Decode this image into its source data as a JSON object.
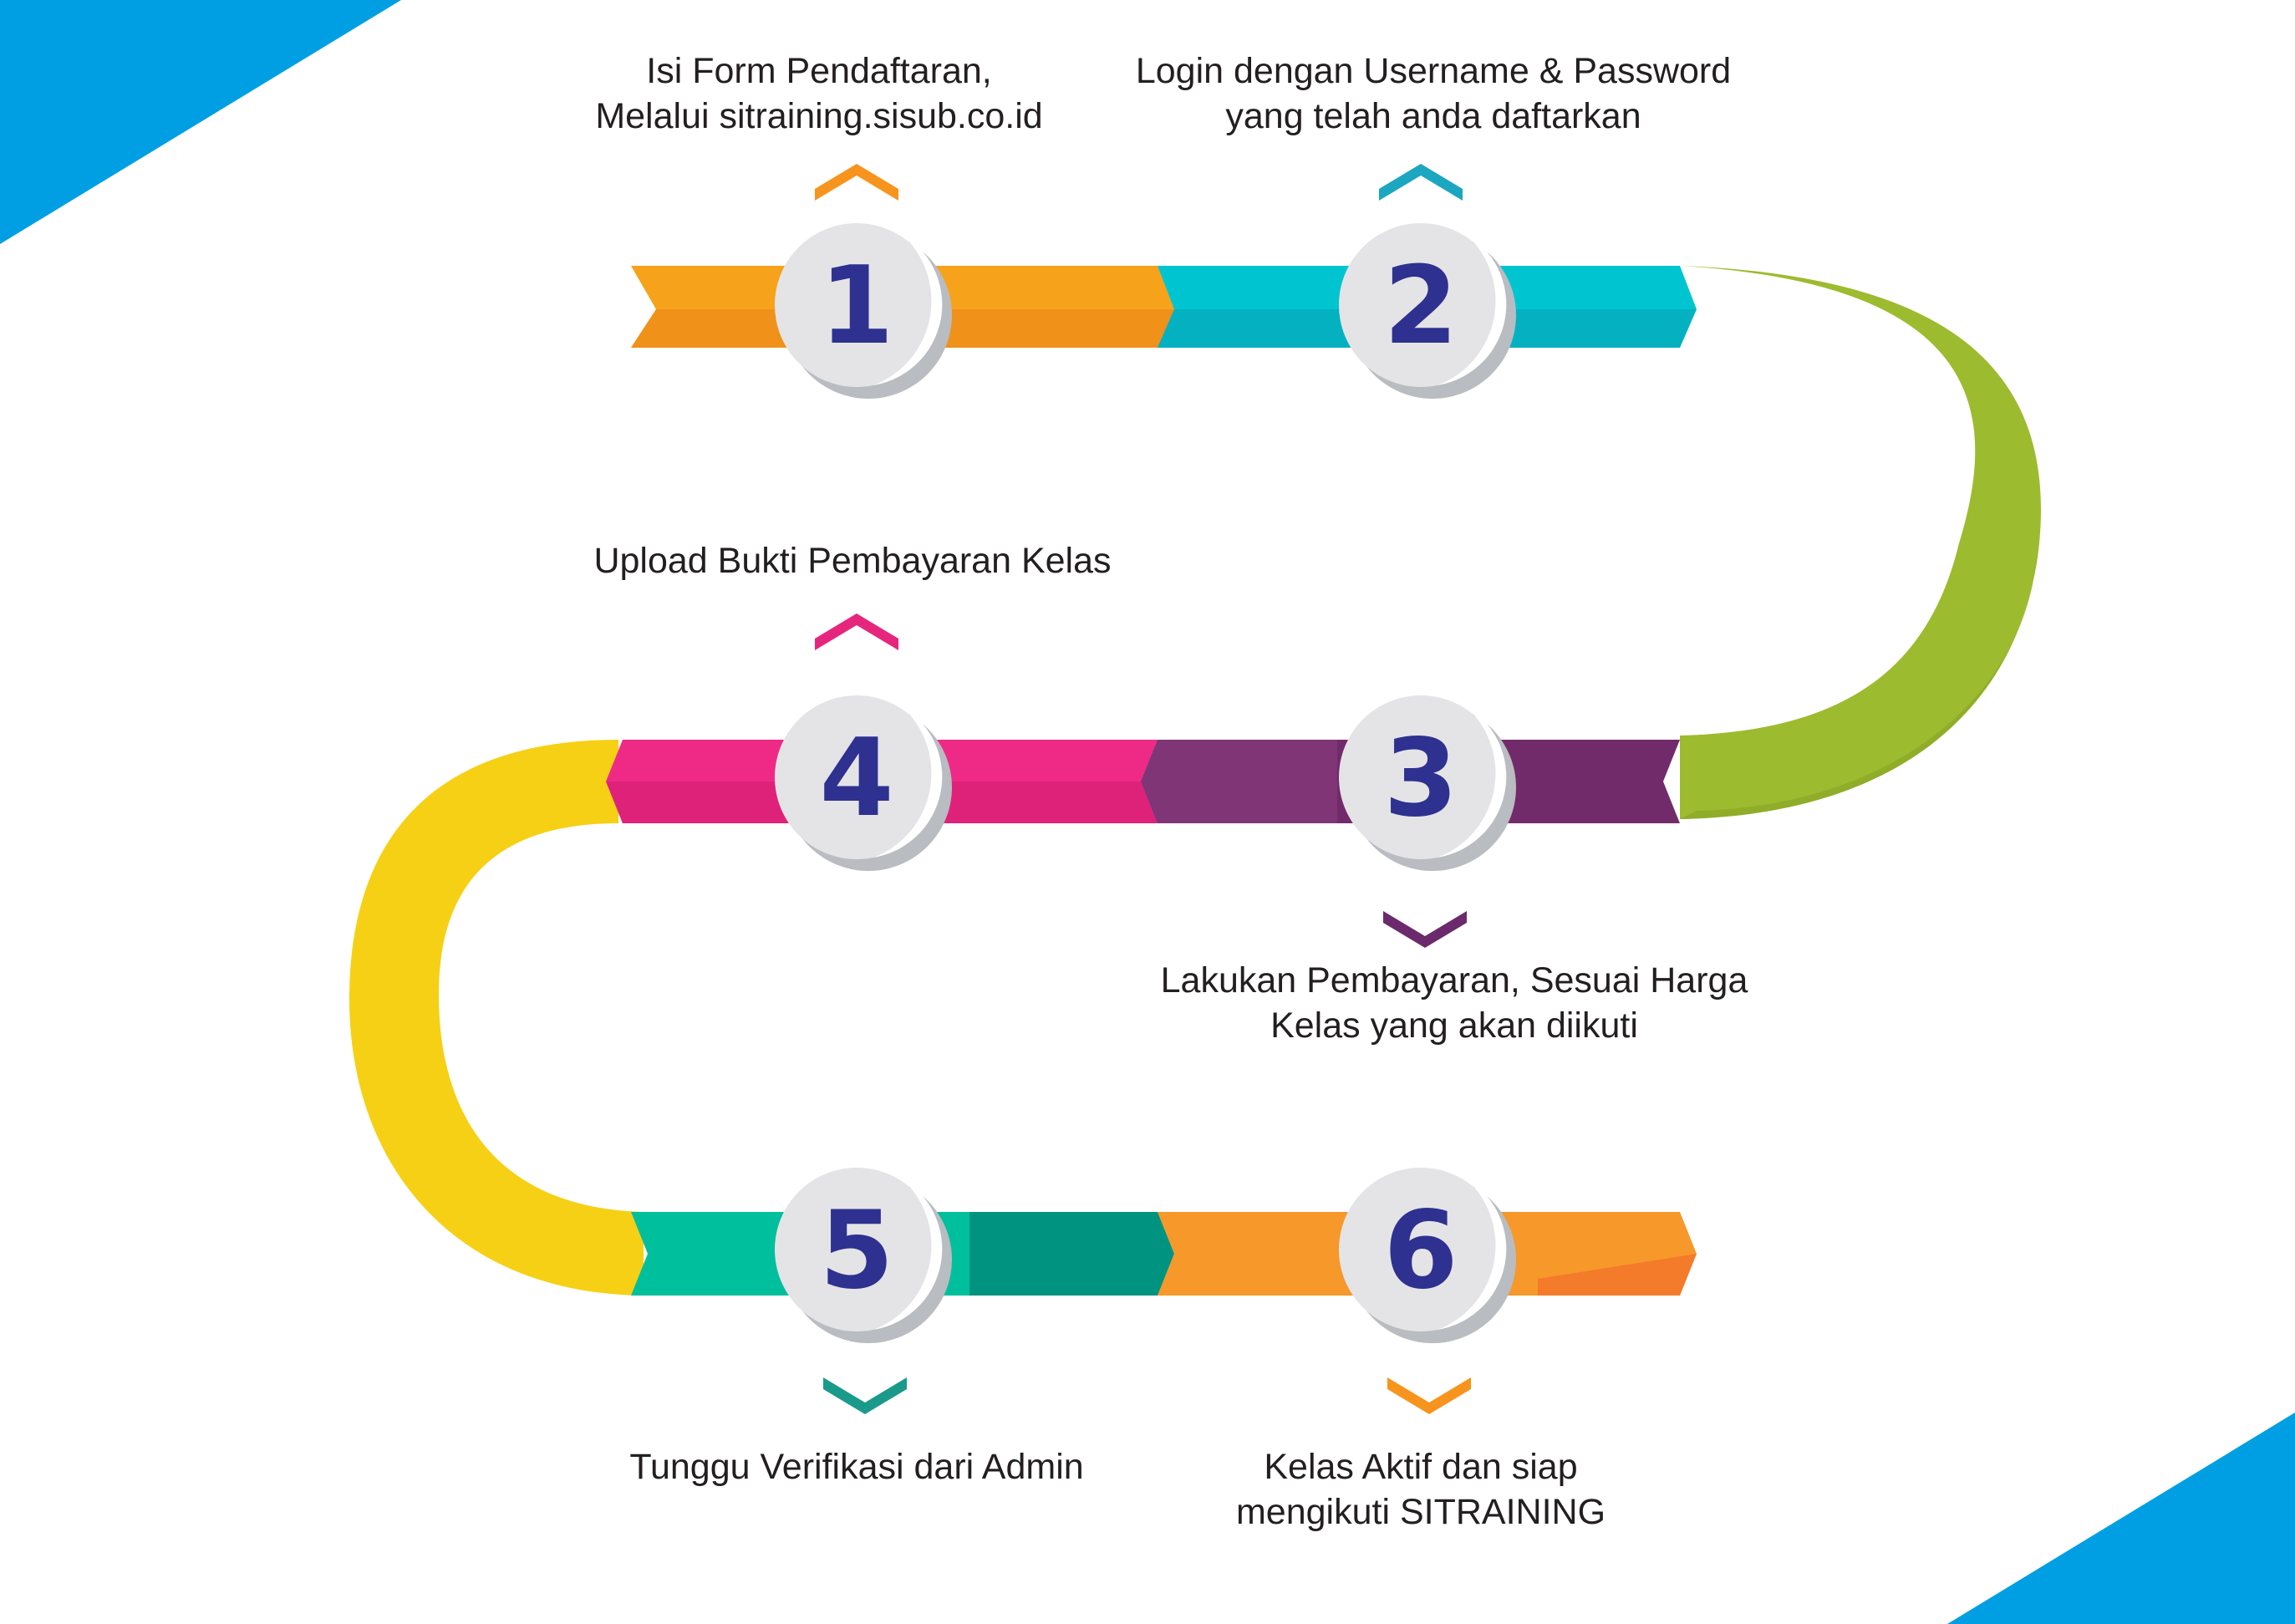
{
  "steps": [
    {
      "number": "1",
      "lines": [
        "Isi Form Pendaftaran,",
        "Melalui sitraining.sisub.co.id"
      ],
      "chevron_color": "#f7941d"
    },
    {
      "number": "2",
      "lines": [
        "Login dengan Username & Password",
        "yang telah anda daftarkan"
      ],
      "chevron_color": "#1ba7c0"
    },
    {
      "number": "3",
      "lines": [
        "Lakukan Pembayaran, Sesuai Harga",
        "Kelas yang akan diikuti"
      ],
      "chevron_color": "#6b2a6b"
    },
    {
      "number": "4",
      "lines": [
        "Upload Bukti Pembayaran Kelas"
      ],
      "chevron_color": "#e6267d"
    },
    {
      "number": "5",
      "lines": [
        "Tunggu Verifikasi dari Admin"
      ],
      "chevron_color": "#1a9a8a"
    },
    {
      "number": "6",
      "lines": [
        "Kelas Aktif dan siap",
        "mengikuti SITRAINING"
      ],
      "chevron_color": "#f7941d"
    }
  ],
  "colors": {
    "corner_accent": "#009fe3",
    "segment_1": "#f7a21b",
    "segment_2": "#00c5d1",
    "curve_right": "#9dbb2f",
    "segment_3": "#722b6a",
    "segment_4": "#ef2a86",
    "curve_left": "#f6d015",
    "segment_5": "#00bf9c",
    "segment_6": "#f7982b",
    "number_text": "#2e3190",
    "circle_fill": "#e4e4e6",
    "circle_shadow": "#b9bcc1"
  }
}
